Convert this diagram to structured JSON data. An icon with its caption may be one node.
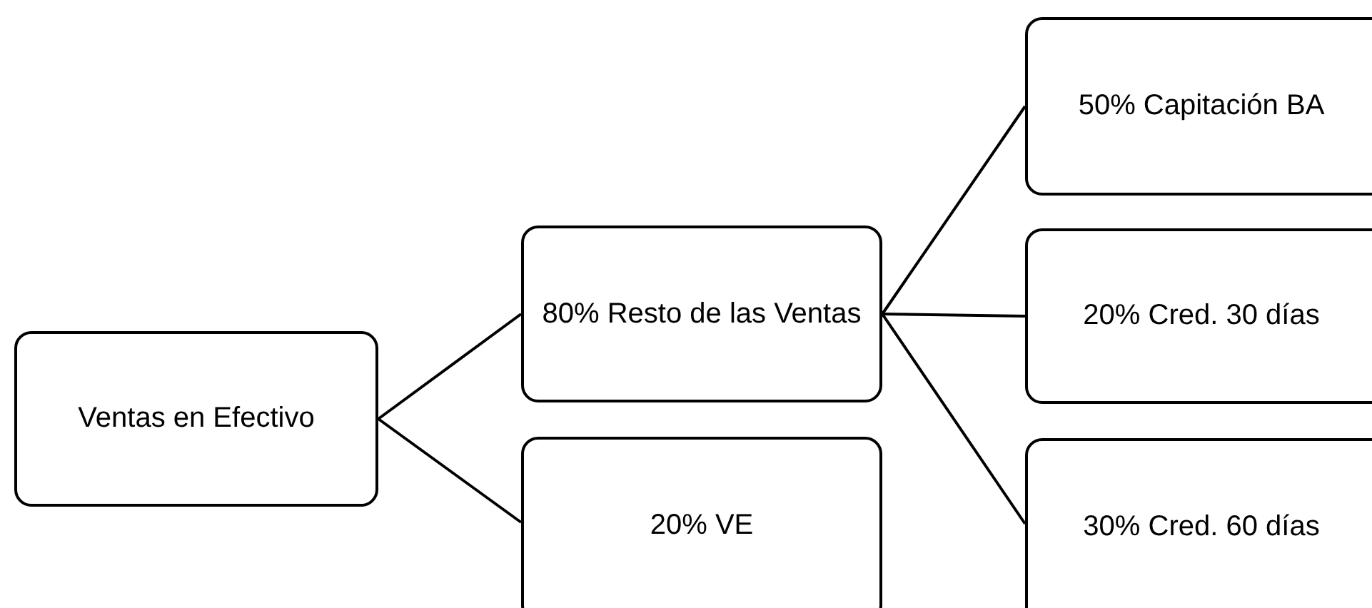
{
  "diagram": {
    "nodes": [
      {
        "text": [
          "Ventas en Efectivo"
        ]
      },
      {
        "text": [
          "80% Resto de las Ventas"
        ]
      },
      {
        "text": [
          "20% VE"
        ]
      },
      {
        "text": [
          "50% Capitación BA"
        ]
      },
      {
        "text": [
          "20% Cred. 30 días"
        ]
      },
      {
        "text": [
          "30% Cred. 60 días"
        ]
      }
    ],
    "edges": [
      {
        "from": 0,
        "to": 1,
        "arrow": "none"
      },
      {
        "from": 0,
        "to": 2,
        "arrow": "none"
      },
      {
        "from": 1,
        "to": 3,
        "arrow": "none"
      },
      {
        "from": 1,
        "to": 4,
        "arrow": "none"
      },
      {
        "from": 1,
        "to": 5,
        "arrow": "none"
      }
    ]
  }
}
